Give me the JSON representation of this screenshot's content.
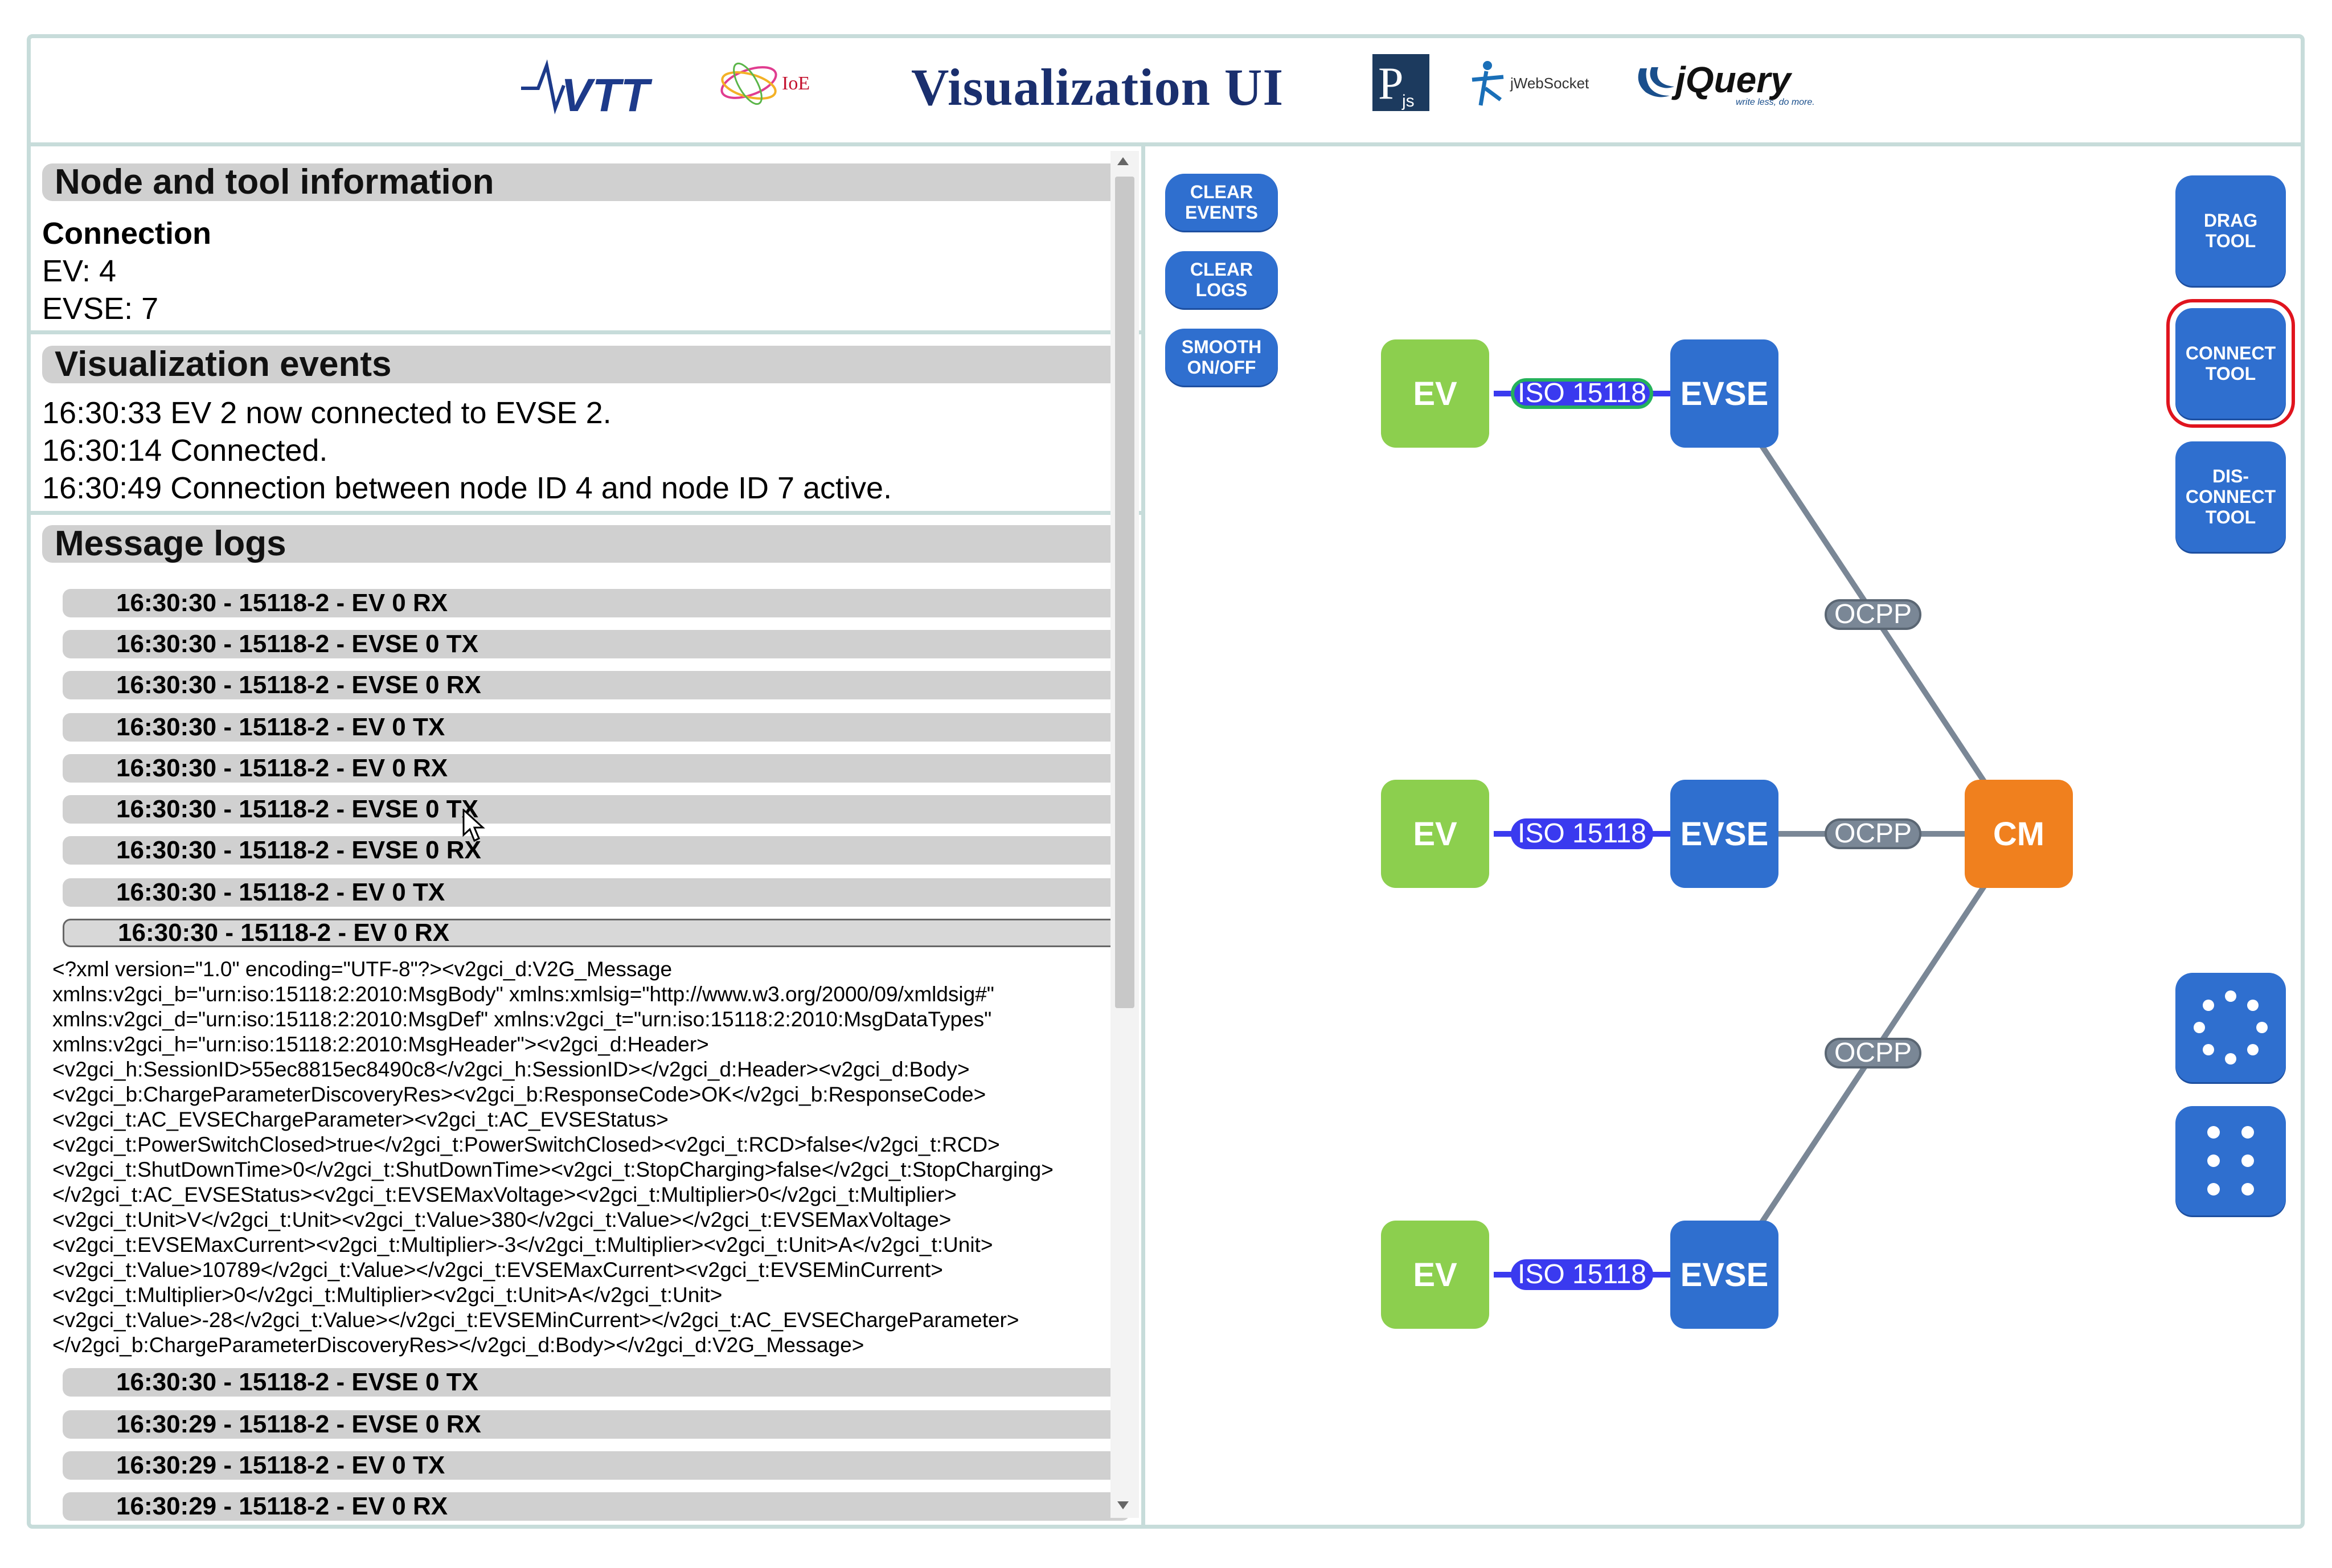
{
  "header": {
    "title": "Visualization UI",
    "logos": {
      "vtt": "VTT",
      "ioe": "IoE",
      "pjs": "P",
      "pjs_sub": "js",
      "jws": "jWebSocket",
      "jquery": "jQuery",
      "jquery_tag": "write less, do more."
    }
  },
  "node_info": {
    "heading": "Node and tool information",
    "connection_label": "Connection",
    "ev_line": "EV: 4",
    "evse_line": "EVSE: 7"
  },
  "events": {
    "heading": "Visualization events",
    "items": [
      "16:30:33 EV 2 now connected to EVSE 2.",
      "16:30:14 Connected.",
      "16:30:49 Connection between node ID 4 and node ID 7 active."
    ]
  },
  "logs": {
    "heading": "Message logs",
    "items_top": [
      "16:30:30 - 15118-2 - EV 0 RX",
      "16:30:30 - 15118-2 - EVSE 0 TX",
      "16:30:30 - 15118-2 - EVSE 0 RX",
      "16:30:30 - 15118-2 - EV 0 TX",
      "16:30:30 - 15118-2 - EV 0 RX",
      "16:30:30 - 15118-2 - EVSE 0 TX",
      "16:30:30 - 15118-2 - EVSE 0 RX",
      "16:30:30 - 15118-2 - EV 0 TX"
    ],
    "expanded_item": "16:30:30 - 15118-2 - EV 0 RX",
    "expanded_xml": "<?xml version=\"1.0\" encoding=\"UTF-8\"?><v2gci_d:V2G_Message\nxmlns:v2gci_b=\"urn:iso:15118:2:2010:MsgBody\" xmlns:xmlsig=\"http://www.w3.org/2000/09/xmldsig#\"\nxmlns:v2gci_d=\"urn:iso:15118:2:2010:MsgDef\" xmlns:v2gci_t=\"urn:iso:15118:2:2010:MsgDataTypes\"\nxmlns:v2gci_h=\"urn:iso:15118:2:2010:MsgHeader\"><v2gci_d:Header>\n<v2gci_h:SessionID>55ec8815ec8490c8</v2gci_h:SessionID></v2gci_d:Header><v2gci_d:Body>\n<v2gci_b:ChargeParameterDiscoveryRes><v2gci_b:ResponseCode>OK</v2gci_b:ResponseCode>\n<v2gci_t:AC_EVSEChargeParameter><v2gci_t:AC_EVSEStatus>\n<v2gci_t:PowerSwitchClosed>true</v2gci_t:PowerSwitchClosed><v2gci_t:RCD>false</v2gci_t:RCD>\n<v2gci_t:ShutDownTime>0</v2gci_t:ShutDownTime><v2gci_t:StopCharging>false</v2gci_t:StopCharging>\n</v2gci_t:AC_EVSEStatus><v2gci_t:EVSEMaxVoltage><v2gci_t:Multiplier>0</v2gci_t:Multiplier>\n<v2gci_t:Unit>V</v2gci_t:Unit><v2gci_t:Value>380</v2gci_t:Value></v2gci_t:EVSEMaxVoltage>\n<v2gci_t:EVSEMaxCurrent><v2gci_t:Multiplier>-3</v2gci_t:Multiplier><v2gci_t:Unit>A</v2gci_t:Unit>\n<v2gci_t:Value>10789</v2gci_t:Value></v2gci_t:EVSEMaxCurrent><v2gci_t:EVSEMinCurrent>\n<v2gci_t:Multiplier>0</v2gci_t:Multiplier><v2gci_t:Unit>A</v2gci_t:Unit>\n<v2gci_t:Value>-28</v2gci_t:Value></v2gci_t:EVSEMinCurrent></v2gci_t:AC_EVSEChargeParameter>\n</v2gci_b:ChargeParameterDiscoveryRes></v2gci_d:Body></v2gci_d:V2G_Message>",
    "items_bottom": [
      "16:30:30 - 15118-2 - EVSE 0 TX",
      "16:30:29 - 15118-2 - EVSE 0 RX",
      "16:30:29 - 15118-2 - EV 0 TX",
      "16:30:29 - 15118-2 - EV 0 RX"
    ]
  },
  "controls": {
    "clear_events": "CLEAR\nEVENTS",
    "clear_logs": "CLEAR\nLOGS",
    "smooth": "SMOOTH\nON/OFF"
  },
  "tools": {
    "drag": "DRAG\nTOOL",
    "connect": "CONNECT\nTOOL",
    "disconnect": "DIS-\nCONNECT\nTOOL",
    "selected": "connect",
    "circle_layout_icon": "circle-layout-icon",
    "grid_layout_icon": "grid-layout-icon"
  },
  "graph": {
    "ev_label": "EV",
    "evse_label": "EVSE",
    "cm_label": "CM",
    "iso_label": "ISO 15118",
    "ocpp_label": "OCPP",
    "colors": {
      "ev": "#8ccf4e",
      "evse": "#2f6fcf",
      "cm": "#f0801e",
      "iso": "#3a3aef",
      "ocpp": "#7a8796",
      "active_link": "#25b25b"
    }
  }
}
